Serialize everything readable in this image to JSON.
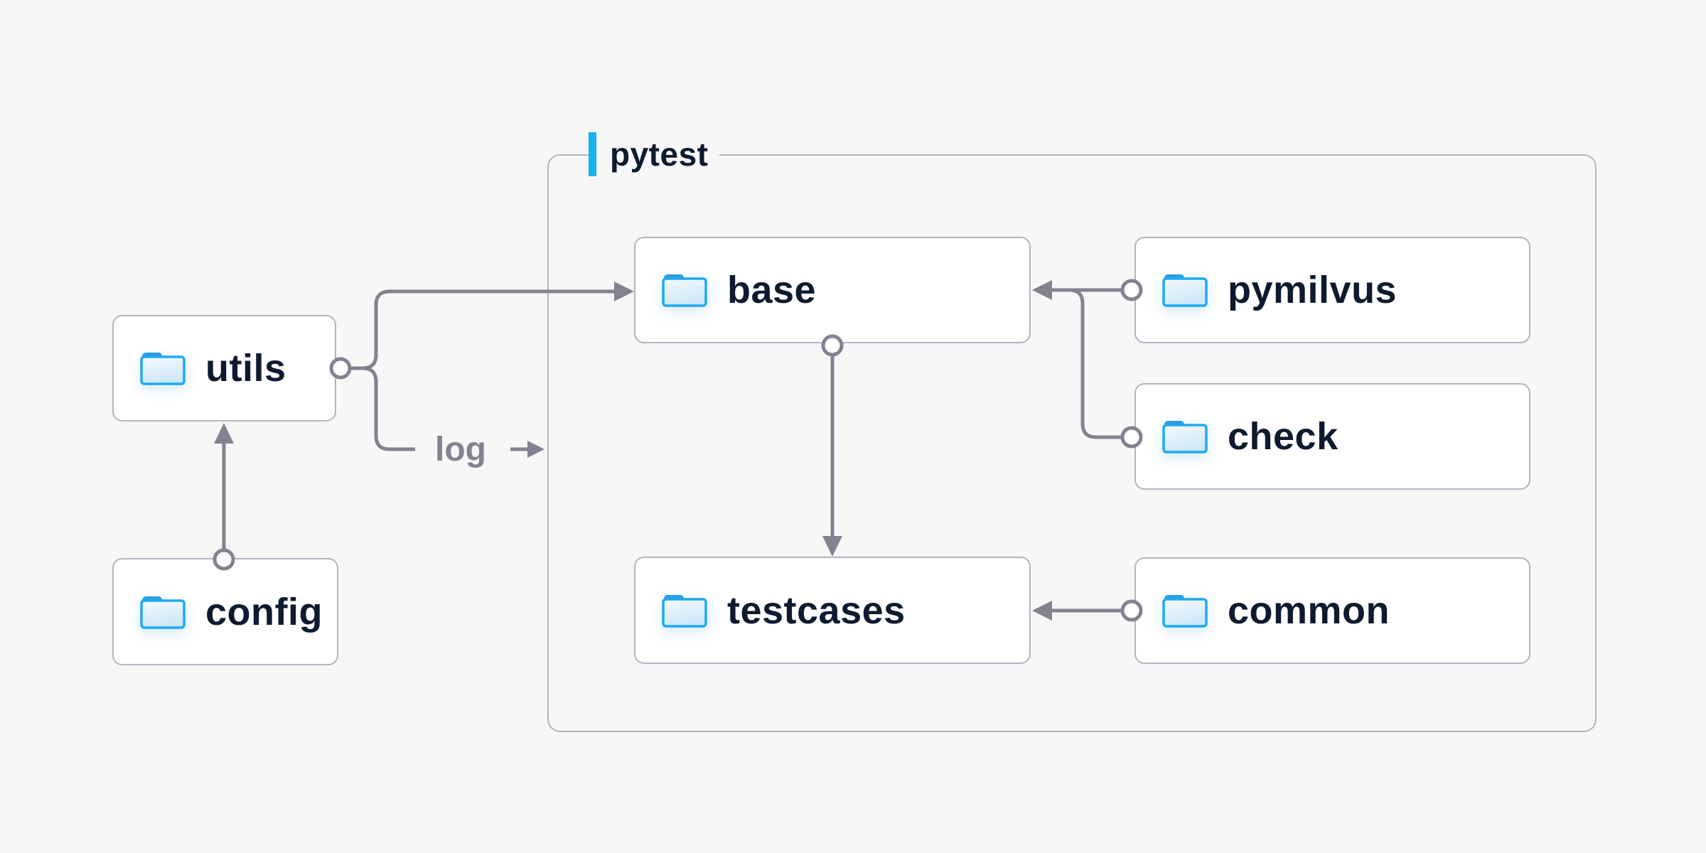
{
  "diagram": {
    "group": {
      "label": "pytest"
    },
    "log_label": "log",
    "nodes": [
      {
        "id": "utils",
        "label": "utils"
      },
      {
        "id": "config",
        "label": "config"
      },
      {
        "id": "base",
        "label": "base"
      },
      {
        "id": "pymilvus",
        "label": "pymilvus"
      },
      {
        "id": "check",
        "label": "check"
      },
      {
        "id": "testcases",
        "label": "testcases"
      },
      {
        "id": "common",
        "label": "common"
      }
    ],
    "edges": [
      {
        "from": "config",
        "to": "utils"
      },
      {
        "from": "utils",
        "to": "base"
      },
      {
        "from": "utils",
        "to": "pytest-group",
        "label": "log"
      },
      {
        "from": "base",
        "to": "testcases"
      },
      {
        "from": "pymilvus",
        "to": "base"
      },
      {
        "from": "check",
        "to": "base"
      },
      {
        "from": "common",
        "to": "testcases"
      }
    ],
    "colors": {
      "background": "#f7f7f8",
      "node_bg": "#ffffff",
      "border_gray": "#b4b4c0",
      "line_gray": "#83838f",
      "text_navy": "#0e1a2f",
      "accent_blue": "#15b1f0",
      "folder_blue": "#1ea9f0",
      "folder_tab": "#2b9fe0"
    }
  }
}
